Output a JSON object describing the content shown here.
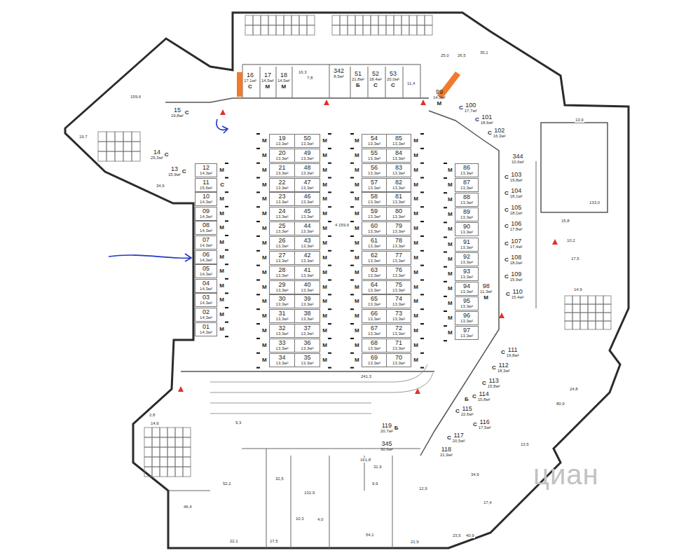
{
  "diagram": {
    "nodes": [
      {
        "text": [
          "12",
          "14,3м²",
          "М"
        ]
      },
      {
        "text": [
          "11",
          "15,6м²",
          "С"
        ]
      },
      {
        "text": [
          "10",
          "14,3м²",
          "М"
        ]
      },
      {
        "text": [
          "09",
          "14,3м²",
          "М"
        ]
      },
      {
        "text": [
          "08",
          "14,3м²",
          "М"
        ]
      },
      {
        "text": [
          "07",
          "14,3м²",
          "М"
        ]
      },
      {
        "text": [
          "06",
          "14,3м²",
          "М"
        ]
      },
      {
        "text": [
          "05",
          "14,3м²",
          "М"
        ]
      },
      {
        "text": [
          "04",
          "14,3м²",
          "М"
        ]
      },
      {
        "text": [
          "03",
          "14,3м²",
          "М"
        ]
      },
      {
        "text": [
          "02",
          "14,3м²",
          "М"
        ]
      },
      {
        "text": [
          "01",
          "14,3м²",
          "М"
        ]
      },
      {
        "text": [
          "19",
          "13,3м²",
          "М"
        ]
      },
      {
        "text": [
          "50",
          "13,3м²",
          "М"
        ]
      },
      {
        "text": [
          "20",
          "13,3м²",
          "М"
        ]
      },
      {
        "text": [
          "49",
          "13,3м²",
          "М"
        ]
      },
      {
        "text": [
          "21",
          "13,3м²",
          "М"
        ]
      },
      {
        "text": [
          "48",
          "13,3м²",
          "М"
        ]
      },
      {
        "text": [
          "22",
          "13,3м²",
          "М"
        ]
      },
      {
        "text": [
          "47",
          "13,3м²",
          "М"
        ]
      },
      {
        "text": [
          "23",
          "13,3м²",
          "М"
        ]
      },
      {
        "text": [
          "46",
          "13,3м²",
          "М"
        ]
      },
      {
        "text": [
          "24",
          "13,3м²",
          "М"
        ]
      },
      {
        "text": [
          "45",
          "13,3м²",
          "М"
        ]
      },
      {
        "text": [
          "25",
          "13,3м²",
          "М"
        ]
      },
      {
        "text": [
          "44",
          "13,3м²",
          "М"
        ]
      },
      {
        "text": [
          "26",
          "13,3м²",
          "М"
        ]
      },
      {
        "text": [
          "43",
          "13,3м²",
          "М"
        ]
      },
      {
        "text": [
          "27",
          "13,3м²",
          "М"
        ]
      },
      {
        "text": [
          "42",
          "13,3м²",
          "М"
        ]
      },
      {
        "text": [
          "28",
          "13,3м²",
          "М"
        ]
      },
      {
        "text": [
          "41",
          "13,3м²",
          "М"
        ]
      },
      {
        "text": [
          "29",
          "13,3м²",
          "М"
        ]
      },
      {
        "text": [
          "40",
          "13,3м²",
          "М"
        ]
      },
      {
        "text": [
          "30",
          "13,3м²",
          "М"
        ]
      },
      {
        "text": [
          "39",
          "13,3м²",
          "М"
        ]
      },
      {
        "text": [
          "31",
          "13,3м²",
          "М"
        ]
      },
      {
        "text": [
          "38",
          "13,3м²",
          "М"
        ]
      },
      {
        "text": [
          "32",
          "13,3м²",
          "М"
        ]
      },
      {
        "text": [
          "37",
          "13,3м²",
          "М"
        ]
      },
      {
        "text": [
          "33",
          "13,3м²",
          "М"
        ]
      },
      {
        "text": [
          "36",
          "13,3м²",
          "М"
        ]
      },
      {
        "text": [
          "34",
          "13,3м²",
          "М"
        ]
      },
      {
        "text": [
          "35",
          "13,3м²",
          "М"
        ]
      },
      {
        "text": [
          "54",
          "13,3м²",
          "М"
        ]
      },
      {
        "text": [
          "85",
          "13,3м²",
          "М"
        ]
      },
      {
        "text": [
          "55",
          "13,3м²",
          "М"
        ]
      },
      {
        "text": [
          "84",
          "13,3м²",
          "М"
        ]
      },
      {
        "text": [
          "56",
          "13,3м²",
          "М"
        ]
      },
      {
        "text": [
          "83",
          "13,3м²",
          "М"
        ]
      },
      {
        "text": [
          "57",
          "13,3м²",
          "М"
        ]
      },
      {
        "text": [
          "82",
          "13,3м²",
          "М"
        ]
      },
      {
        "text": [
          "58",
          "13,3м²",
          "М"
        ]
      },
      {
        "text": [
          "81",
          "13,3м²",
          "М"
        ]
      },
      {
        "text": [
          "59",
          "13,3м²",
          "М"
        ]
      },
      {
        "text": [
          "80",
          "13,3м²",
          "М"
        ]
      },
      {
        "text": [
          "60",
          "13,3м²",
          "М"
        ]
      },
      {
        "text": [
          "79",
          "13,3м²",
          "М"
        ]
      },
      {
        "text": [
          "61",
          "13,3м²",
          "М"
        ]
      },
      {
        "text": [
          "78",
          "13,3м²",
          "М"
        ]
      },
      {
        "text": [
          "62",
          "13,3м²",
          "М"
        ]
      },
      {
        "text": [
          "77",
          "13,3м²",
          "М"
        ]
      },
      {
        "text": [
          "63",
          "13,3м²",
          "М"
        ]
      },
      {
        "text": [
          "76",
          "13,3м²",
          "М"
        ]
      },
      {
        "text": [
          "64",
          "13,3м²",
          "М"
        ]
      },
      {
        "text": [
          "75",
          "13,3м²",
          "М"
        ]
      },
      {
        "text": [
          "65",
          "13,3м²",
          "М"
        ]
      },
      {
        "text": [
          "74",
          "13,3м²",
          "М"
        ]
      },
      {
        "text": [
          "66",
          "13,3м²",
          "М"
        ]
      },
      {
        "text": [
          "73",
          "13,3м²",
          "М"
        ]
      },
      {
        "text": [
          "67",
          "13,3м²",
          "М"
        ]
      },
      {
        "text": [
          "72",
          "13,3м²",
          "М"
        ]
      },
      {
        "text": [
          "68",
          "13,3м²",
          "М"
        ]
      },
      {
        "text": [
          "71",
          "13,3м²",
          "М"
        ]
      },
      {
        "text": [
          "69",
          "13,3м²",
          "М"
        ]
      },
      {
        "text": [
          "70",
          "13,3м²",
          "М"
        ]
      },
      {
        "text": [
          "86",
          "13,3м²",
          "М"
        ]
      },
      {
        "text": [
          "87",
          "13,3м²",
          "М"
        ]
      },
      {
        "text": [
          "88",
          "13,3м²",
          "М"
        ]
      },
      {
        "text": [
          "89",
          "13,3м²",
          "М"
        ]
      },
      {
        "text": [
          "90",
          "13,3м²",
          "М"
        ]
      },
      {
        "text": [
          "91",
          "13,3м²",
          "М"
        ]
      },
      {
        "text": [
          "92",
          "13,3м²",
          "М"
        ]
      },
      {
        "text": [
          "93",
          "13,3м²",
          "М"
        ]
      },
      {
        "text": [
          "94",
          "13,3м²",
          "М"
        ]
      },
      {
        "text": [
          "95",
          "13,3м²",
          "М"
        ]
      },
      {
        "text": [
          "96",
          "13,3м²",
          "М"
        ]
      },
      {
        "text": [
          "97",
          "13,3м²",
          "М"
        ]
      },
      {
        "text": [
          "98",
          "11,3м²",
          "М"
        ]
      },
      {
        "text": [
          "13",
          "15,9м²",
          "С"
        ]
      },
      {
        "text": [
          "14",
          "29,3м²",
          "С"
        ]
      },
      {
        "text": [
          "15",
          "19,8м²",
          "С"
        ]
      },
      {
        "text": [
          "16",
          "17,1м²",
          "С"
        ]
      },
      {
        "text": [
          "17",
          "14,5м²",
          "М"
        ]
      },
      {
        "text": [
          "18",
          "14,5м²",
          "М"
        ]
      },
      {
        "text": [
          "342",
          "8,5м²"
        ]
      },
      {
        "text": [
          "51",
          "21,8м²",
          "Б"
        ]
      },
      {
        "text": [
          "52",
          "18,4м²",
          "С"
        ]
      },
      {
        "text": [
          "53",
          "20,0м²",
          "С"
        ]
      },
      {
        "text": [
          "99",
          "14,9м²",
          "М"
        ]
      },
      {
        "text": [
          "100",
          "17,7м²",
          "С"
        ]
      },
      {
        "text": [
          "101",
          "18,6м²",
          "С"
        ]
      },
      {
        "text": [
          "102",
          "16,3м²",
          "С"
        ]
      },
      {
        "text": [
          "344",
          "10,6м²"
        ]
      },
      {
        "text": [
          "103",
          "19,8м²",
          "С"
        ]
      },
      {
        "text": [
          "104",
          "18,1м²",
          "С"
        ]
      },
      {
        "text": [
          "105",
          "18,1м²",
          "С"
        ]
      },
      {
        "text": [
          "106",
          "17,8м²",
          "С"
        ]
      },
      {
        "text": [
          "107",
          "17,4м²",
          "С"
        ]
      },
      {
        "text": [
          "108",
          "18,0м²",
          "С"
        ]
      },
      {
        "text": [
          "109",
          "15,9м²",
          "С"
        ]
      },
      {
        "text": [
          "110",
          "15,4м²",
          "С"
        ]
      },
      {
        "text": [
          "111",
          "19,8м²",
          "С"
        ]
      },
      {
        "text": [
          "112",
          "18,3м²",
          "С"
        ]
      },
      {
        "text": [
          "113",
          "15,8м²",
          "С"
        ]
      },
      {
        "text": [
          "114",
          "15,8м²",
          "С"
        ]
      },
      {
        "text": [
          "115",
          "22,6м²",
          "С"
        ]
      },
      {
        "text": [
          "116",
          "17,5м²",
          "С"
        ]
      },
      {
        "text": [
          "117",
          "20,5м²",
          "С"
        ]
      },
      {
        "text": [
          "118",
          "21,9м²"
        ]
      },
      {
        "text": [
          "119",
          "20,7м²",
          "Б"
        ]
      },
      {
        "text": [
          "345",
          "30,6м²"
        ]
      }
    ],
    "labels": [
      "159,6",
      "19,7",
      "34,9",
      "4 159,6",
      "241,3",
      "133,0",
      "25,0",
      "26,5",
      "35,1",
      "13,9",
      "15,8",
      "10,2",
      "17,5",
      "14,9",
      "24,8",
      "80,9",
      "13,5",
      "17,4",
      "34,9",
      "23,5",
      "40,9",
      "21,9",
      "54,1",
      "12,9",
      "9,9",
      "161,8",
      "31,9",
      "132,9",
      "10,3",
      "4,0",
      "32,5",
      "52,2",
      "46,4",
      "22,1",
      "17,5",
      "14,6",
      "2,8",
      "9,3",
      "16,3",
      "7,8",
      "11,4",
      "Б",
      "циан"
    ]
  }
}
